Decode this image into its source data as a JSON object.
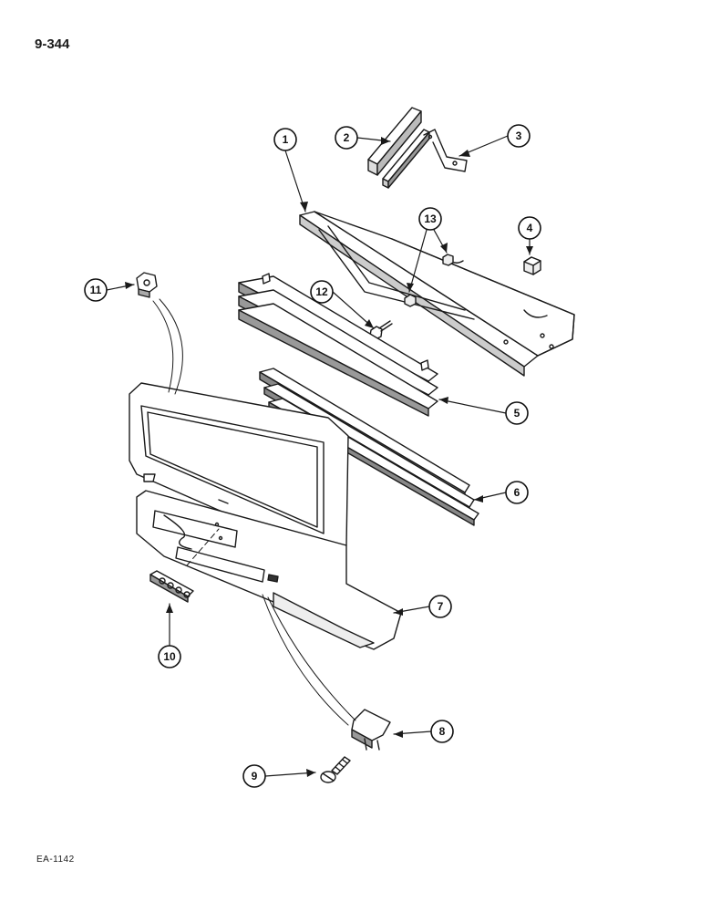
{
  "page_number": "9-344",
  "figure_code": "EA-1142",
  "callouts": [
    {
      "num": "1"
    },
    {
      "num": "2"
    },
    {
      "num": "3"
    },
    {
      "num": "4"
    },
    {
      "num": "5"
    },
    {
      "num": "6"
    },
    {
      "num": "7"
    },
    {
      "num": "8"
    },
    {
      "num": "9"
    },
    {
      "num": "10"
    },
    {
      "num": "11"
    },
    {
      "num": "12"
    },
    {
      "num": "13"
    }
  ]
}
